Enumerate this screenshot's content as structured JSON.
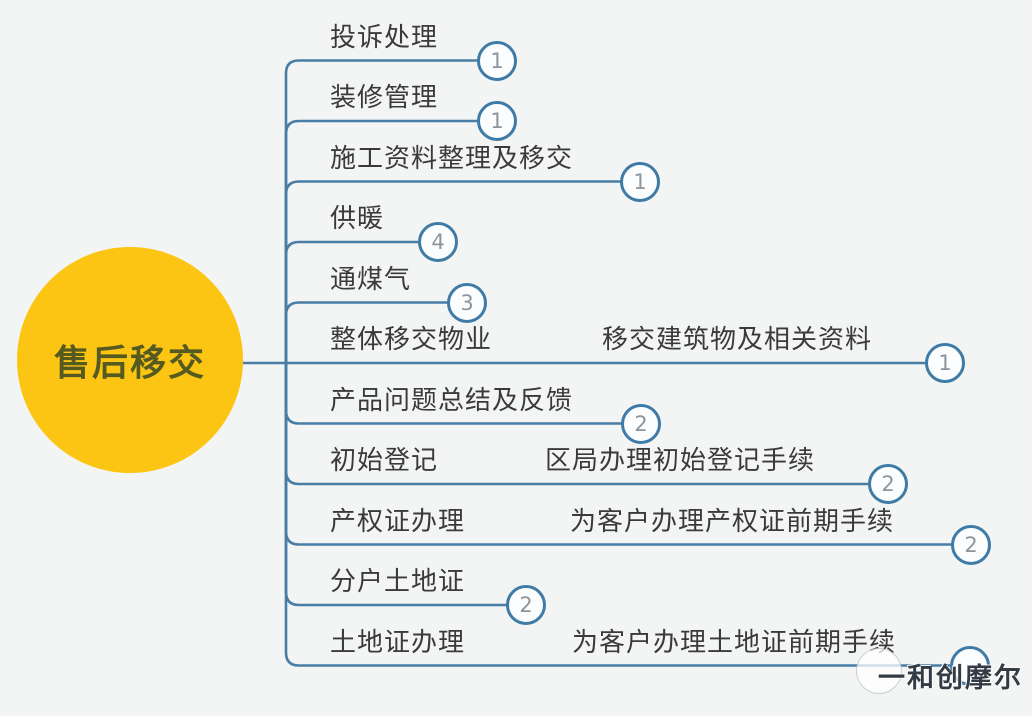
{
  "root": {
    "label": "售后移交"
  },
  "branches": [
    {
      "label": "投诉处理",
      "sub": "",
      "badge": "1"
    },
    {
      "label": "装修管理",
      "sub": "",
      "badge": "1"
    },
    {
      "label": "施工资料整理及移交",
      "sub": "",
      "badge": "1"
    },
    {
      "label": "供暖",
      "sub": "",
      "badge": "4"
    },
    {
      "label": "通煤气",
      "sub": "",
      "badge": "3"
    },
    {
      "label": "整体移交物业",
      "sub": "移交建筑物及相关资料",
      "badge": "1"
    },
    {
      "label": "产品问题总结及反馈",
      "sub": "",
      "badge": "2"
    },
    {
      "label": "初始登记",
      "sub": "区局办理初始登记手续",
      "badge": "2"
    },
    {
      "label": "产权证办理",
      "sub": "为客户办理产权证前期手续",
      "badge": "2"
    },
    {
      "label": "分户土地证",
      "sub": "",
      "badge": "2"
    },
    {
      "label": "土地证办理",
      "sub": "为客户办理土地证前期手续",
      "badge": ""
    }
  ],
  "watermark": {
    "text": "一和创摩尔"
  },
  "colors": {
    "background": "#f3f5f4",
    "line": "#4a7da6",
    "badge_border": "#3e7ba6",
    "badge_number": "#8e949b",
    "root_fill": "#fcc413",
    "root_text": "#545a20",
    "label_text": "#3a3a3a"
  }
}
